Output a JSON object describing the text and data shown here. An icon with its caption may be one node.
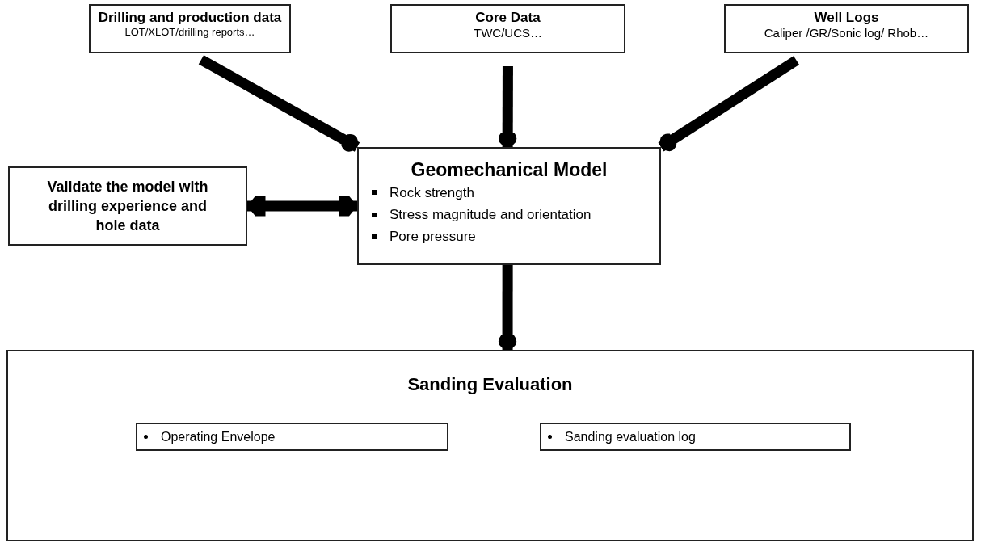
{
  "diagram": {
    "nodes": [
      {
        "text": [
          "Drilling and production data",
          "LOT/XLOT/drilling reports…"
        ]
      },
      {
        "text": [
          "Core Data",
          "TWC/UCS…"
        ]
      },
      {
        "text": [
          "Well Logs",
          "Caliper /GR/Sonic log/ Rhob…"
        ]
      },
      {
        "text": [
          "Validate the model with drilling experience and hole data"
        ]
      },
      {
        "text": [
          "Geomechanical Model",
          "Rock strength",
          "Stress magnitude and orientation",
          "Pore pressure"
        ]
      },
      {
        "text": [
          "Sanding Evaluation"
        ]
      },
      {
        "text": [
          "Operating Envelope"
        ],
        "in": 5
      },
      {
        "text": [
          "Sanding evaluation log"
        ],
        "in": 5
      }
    ],
    "edges": [
      {
        "from": 0,
        "to": 4,
        "arrow": "to"
      },
      {
        "from": 1,
        "to": 4,
        "arrow": "to"
      },
      {
        "from": 2,
        "to": 4,
        "arrow": "to"
      },
      {
        "from": 3,
        "to": 4,
        "arrow": "both"
      },
      {
        "from": 4,
        "to": 5,
        "arrow": "to"
      }
    ]
  }
}
